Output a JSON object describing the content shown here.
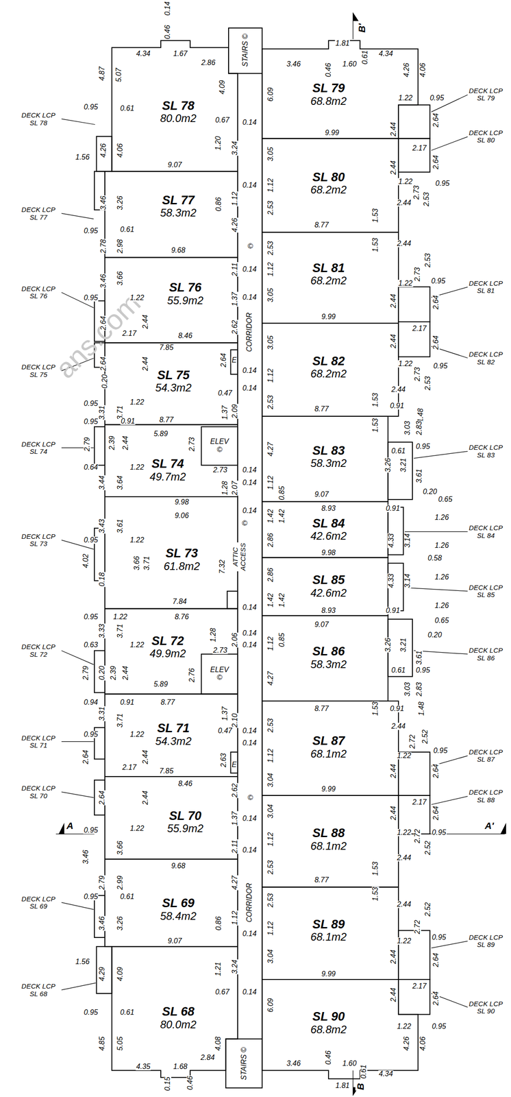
{
  "diagram": {
    "nodes": [
      {
        "text": [
          "STAIRS ©"
        ]
      },
      {
        "text": [
          "SL 78",
          "80.0m2"
        ]
      },
      {
        "text": [
          "SL 79",
          "68.8m2"
        ]
      },
      {
        "text": [
          "SL 77",
          "58.3m2"
        ]
      },
      {
        "text": [
          "SL 80",
          "68.2m2"
        ]
      },
      {
        "text": [
          "SL 76",
          "55.9m2"
        ]
      },
      {
        "text": [
          "SL 81",
          "68.2m2"
        ]
      },
      {
        "text": [
          "SL 75",
          "54.3m2"
        ]
      },
      {
        "text": [
          "SL 82",
          "68.2m2"
        ]
      },
      {
        "text": [
          "SL 74",
          "49.7m2"
        ]
      },
      {
        "text": [
          "ELEV",
          "©"
        ]
      },
      {
        "text": [
          "SL 83",
          "58.3m2"
        ]
      },
      {
        "text": [
          "SL 73",
          "61.8m2"
        ]
      },
      {
        "text": [
          "SL 84",
          "42.6m2"
        ]
      },
      {
        "text": [
          "SL 85",
          "42.6m2"
        ]
      },
      {
        "text": [
          "SL 72",
          "49.9m2"
        ]
      },
      {
        "text": [
          "ELEV",
          "©"
        ]
      },
      {
        "text": [
          "SL 86",
          "58.3m2"
        ]
      },
      {
        "text": [
          "SL 71",
          "54.3m2"
        ]
      },
      {
        "text": [
          "SL 87",
          "68.1m2"
        ]
      },
      {
        "text": [
          "SL 70",
          "55.9m2"
        ]
      },
      {
        "text": [
          "SL 88",
          "68.1m2"
        ]
      },
      {
        "text": [
          "SL 69",
          "58.4m2"
        ]
      },
      {
        "text": [
          "SL 89",
          "68.1m2"
        ]
      },
      {
        "text": [
          "SL 68",
          "80.0m2"
        ]
      },
      {
        "text": [
          "SL 90",
          "68.8m2"
        ]
      },
      {
        "text": [
          "STAIRS ©"
        ]
      }
    ],
    "labels": [
      "0.14",
      "0.46",
      "4.34",
      "1.67",
      "2.86",
      "4.09",
      "4.87",
      "5.07",
      "0.95",
      "0.61",
      "DECK LCP SL 78",
      "4.26",
      "4.06",
      "1.56",
      "9.07",
      "0.67",
      "1.20",
      "0.14",
      "3.24",
      "6.09",
      "3.46",
      "1.81",
      "0.46",
      "1.60",
      "0.61",
      "4.34",
      "4.26",
      "4.06",
      "B'",
      "1.22",
      "0.95",
      "DECK LCP SL 79",
      "2.44",
      "2.64",
      "9.99",
      "2.17",
      "DECK LCP SL 80",
      "3.05",
      "2.44",
      "2.64",
      "1.22",
      "2.73",
      "0.95",
      "2.53",
      "1.12",
      "2.53",
      "2.44",
      "1.53",
      "8.77",
      "1.53",
      "2.44",
      "2.53",
      "2.53",
      "2.73",
      "3.46",
      "3.26",
      "0.95",
      "0.61",
      "DECK LCP SL 77",
      "0.86",
      "1.12",
      "0.14",
      "4.26",
      "2.78",
      "2.98",
      "9.68",
      "1.12",
      "3.05",
      "1.22",
      "0.95",
      "DECK LCP SL 81",
      "2.44",
      "2.64",
      "9.99",
      "2.17",
      "3.46",
      "3.66",
      "0.95",
      "1.22",
      "DECK LCP SL 76",
      "2.64",
      "2.17",
      "2.44",
      "2.11",
      "0.14",
      "1.37",
      "0.14",
      "2.62",
      "8.46",
      "©",
      "CORRIDOR",
      "3.05",
      "1.12",
      "2.53",
      "2.44",
      "2.64",
      "1.22",
      "2.73",
      "0.95",
      "DECK LCP SL 82",
      "2.53",
      "2.44",
      "1.53",
      "8.77",
      "0.91",
      "1.48",
      "1.53",
      "7.85",
      "2.64",
      "0.20",
      "DECK LCP SL 75",
      "2.44",
      "2.64",
      "E",
      "0.95",
      "1.22",
      "3.31",
      "3.71",
      "0.47",
      "0.14",
      "1.37",
      "2.09",
      "0.14",
      "0.95",
      "0.91",
      "8.77",
      "2.79",
      "DECK LCP SL 74",
      "2.39",
      "2.44",
      "5.89",
      "2.73",
      "0.64",
      "1.22",
      "2.73",
      "1.28",
      "0.14",
      "0.14",
      "2.07",
      "3.44",
      "3.64",
      "9.98",
      "3.03",
      "2.83",
      "4.27",
      "0.61",
      "0.95",
      "DECK LCP SL 83",
      "1.12",
      "0.85",
      "3.26",
      "3.21",
      "3.61",
      "0.20",
      "9.07",
      "0.65",
      "9.06",
      "0.14",
      "©",
      "ATTIC ACCESS",
      "3.43",
      "3.61",
      "0.95",
      "1.22",
      "DECK LCP SL 73",
      "4.02",
      "3.66",
      "3.71",
      "0.18",
      "7.32",
      "7.84",
      "0.95",
      "1.22",
      "8.76",
      "0.14",
      "8.93",
      "0.91",
      "1.42",
      "1.42",
      "1.26",
      "DECK LCP SL 84",
      "2.86",
      "4.33",
      "3.14",
      "1.26",
      "9.98",
      "0.58",
      "2.86",
      "4.33",
      "3.14",
      "1.26",
      "DECK LCP SL 85",
      "1.42",
      "1.42",
      "8.93",
      "0.91",
      "1.26",
      "9.07",
      "0.65",
      "0.20",
      "1.12",
      "0.85",
      "3.26",
      "3.21",
      "3.61",
      "DECK LCP SL 86",
      "4.27",
      "0.61",
      "0.95",
      "3.03",
      "2.83",
      "3.33",
      "3.71",
      "0.63",
      "1.22",
      "1.28",
      "2.06",
      "0.14",
      "0.14",
      "2.73",
      "DECK LCP SL 72",
      "2.79",
      "0.20",
      "2.39",
      "2.44",
      "2.76",
      "5.89",
      "0.94",
      "0.91",
      "8.77",
      "8.77",
      "1.53",
      "0.91",
      "1.48",
      "2.53",
      "2.44",
      "2.52",
      "2.72",
      "1.22",
      "0.95",
      "DECK LCP SL 87",
      "1.12",
      "3.04",
      "2.44",
      "2.64",
      "9.99",
      "2.17",
      "DECK LCP SL 88",
      "3.31",
      "3.71",
      "1.37",
      "2.10",
      "0.47",
      "0.14",
      "0.14",
      "0.95",
      "1.22",
      "DECK LCP SL 71",
      "2.64",
      "2.44",
      "2.17",
      "2.63",
      "E",
      "7.85",
      "©",
      "DECK LCP SL 70",
      "2.64",
      "2.44",
      "8.46",
      "2.62",
      "1.37",
      "0.14",
      "2.11",
      "0.14",
      "A",
      "0.95",
      "1.22",
      "3.46",
      "3.66",
      "9.68",
      "3.04",
      "1.12",
      "2.53",
      "2.44",
      "2.64",
      "A'",
      "1.22",
      "2.72",
      "0.95",
      "2.52",
      "2.44",
      "1.53",
      "8.77",
      "2.79",
      "2.99",
      "0.95",
      "0.61",
      "DECK LCP SL 69",
      "4.27",
      "CORRIDOR",
      "0.86",
      "1.12",
      "3.46",
      "3.26",
      "0.14",
      "9.07",
      "1.53",
      "2.44",
      "2.52",
      "2.53",
      "2.72",
      "1.12",
      "1.22",
      "0.95",
      "DECK LCP SL 89",
      "3.04",
      "2.44",
      "2.64",
      "9.99",
      "2.17",
      "1.56",
      "4.29",
      "4.09",
      "1.21",
      "3.24",
      "0.67",
      "0.14",
      "DECK LCP SL 68",
      "0.95",
      "0.61",
      "4.85",
      "5.05",
      "4.08",
      "2.84",
      "4.35",
      "1.68",
      "0.46",
      "0.15",
      "DECK LCP SL 90",
      "2.44",
      "2.64",
      "6.09",
      "1.22",
      "0.95",
      "4.26",
      "4.06",
      "3.46",
      "0.46",
      "1.60",
      "0.61",
      "4.34",
      "1.81",
      "B",
      "ans.com"
    ]
  }
}
